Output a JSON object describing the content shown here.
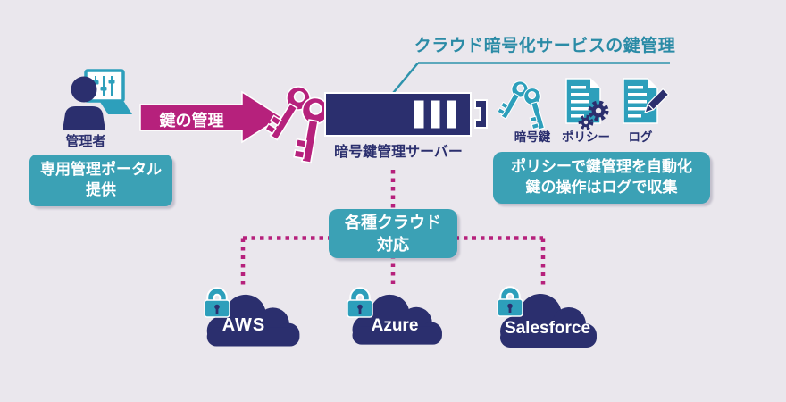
{
  "title": {
    "text": "クラウド暗号化サービスの鍵管理"
  },
  "admin": {
    "label": "管理者",
    "icon": "admin-person-laptop-icon"
  },
  "flow_arrow": {
    "label": "鍵の管理"
  },
  "server": {
    "label": "暗号鍵管理サーバー",
    "icon": "keys-and-server-icon"
  },
  "portal_box": {
    "line1": "専用管理ポータル",
    "line2": "提供"
  },
  "features": {
    "items": [
      {
        "icon": "encryption-keys-icon",
        "label": "暗号鍵"
      },
      {
        "icon": "policy-document-gears-icon",
        "label": "ポリシー"
      },
      {
        "icon": "log-document-pencil-icon",
        "label": "ログ"
      }
    ],
    "box": {
      "line1": "ポリシーで鍵管理を自動化",
      "line2": "鍵の操作はログで収集"
    }
  },
  "multicloud_box": {
    "line1": "各種クラウド",
    "line2": "対応"
  },
  "clouds": [
    {
      "name": "AWS",
      "icon": "aws-cloud-lock-icon"
    },
    {
      "name": "Azure",
      "icon": "azure-cloud-lock-icon"
    },
    {
      "name": "Salesforce",
      "icon": "salesforce-cloud-lock-icon"
    }
  ],
  "colors": {
    "background": "#eae7ed",
    "navy": "#2b2f6e",
    "magenta": "#b6217c",
    "teal_box": "#3ba1b5",
    "teal_icon": "#2d9fbb",
    "title_teal": "#2b8ba6"
  }
}
